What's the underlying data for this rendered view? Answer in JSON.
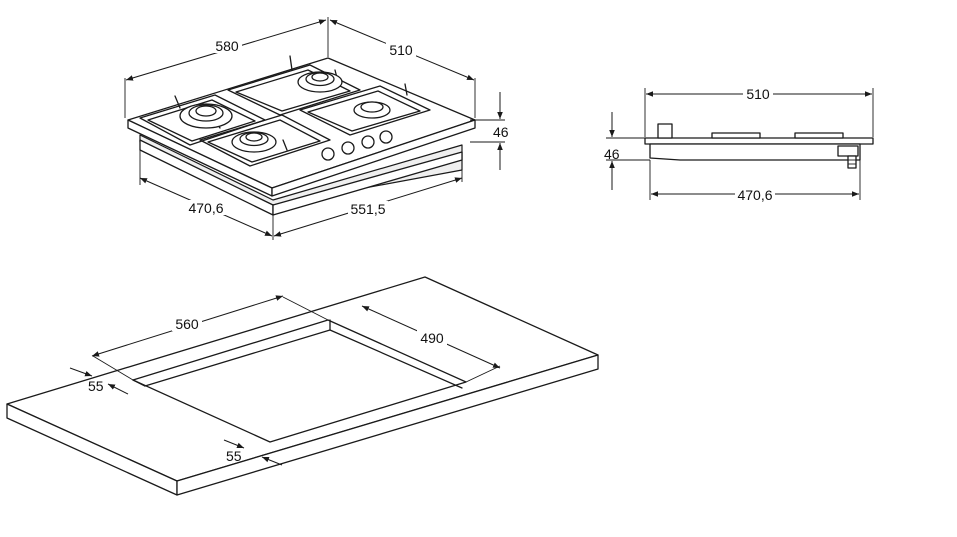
{
  "hob_top_view": {
    "width_label": "580",
    "depth_label": "510",
    "height_label": "46",
    "body_depth_label": "470,6",
    "body_width_label": "551,5"
  },
  "hob_side_view": {
    "depth_label": "510",
    "height_label": "46",
    "body_depth_label": "470,6"
  },
  "cutout_view": {
    "cutout_width_label": "560",
    "cutout_depth_label": "490",
    "front_margin_label": "55",
    "side_margin_label": "55"
  }
}
